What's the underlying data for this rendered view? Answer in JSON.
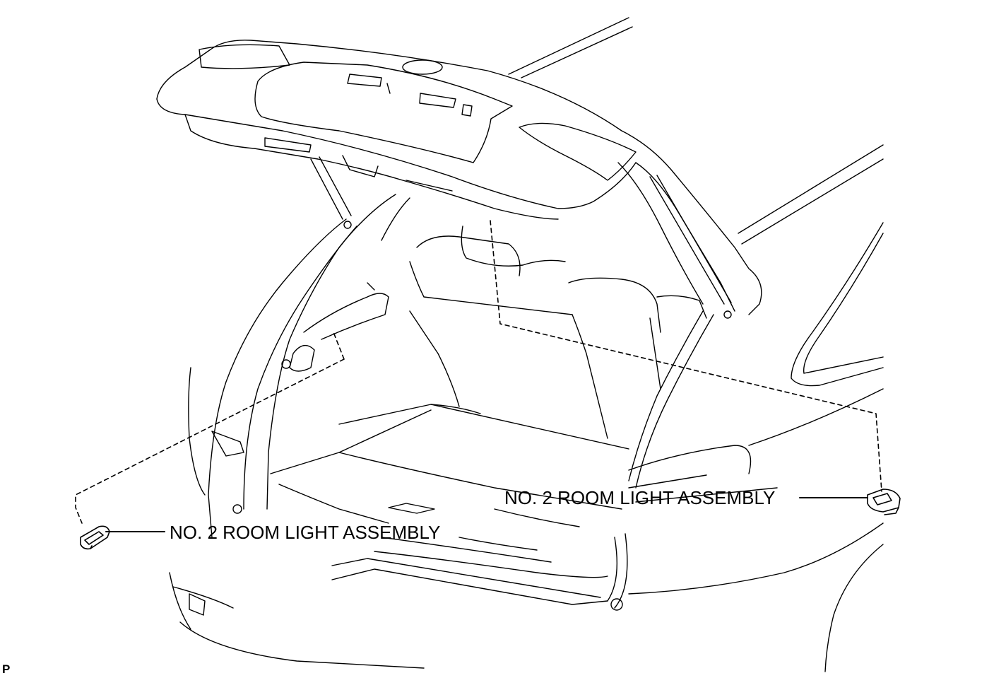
{
  "diagram": {
    "callouts": [
      {
        "id": "left",
        "text": "NO. 2 ROOM LIGHT ASSEMBLY"
      },
      {
        "id": "right",
        "text": "NO. 2 ROOM LIGHT ASSEMBLY"
      }
    ],
    "corner_mark": "P",
    "colors": {
      "line": "#000000",
      "background": "#ffffff"
    }
  }
}
